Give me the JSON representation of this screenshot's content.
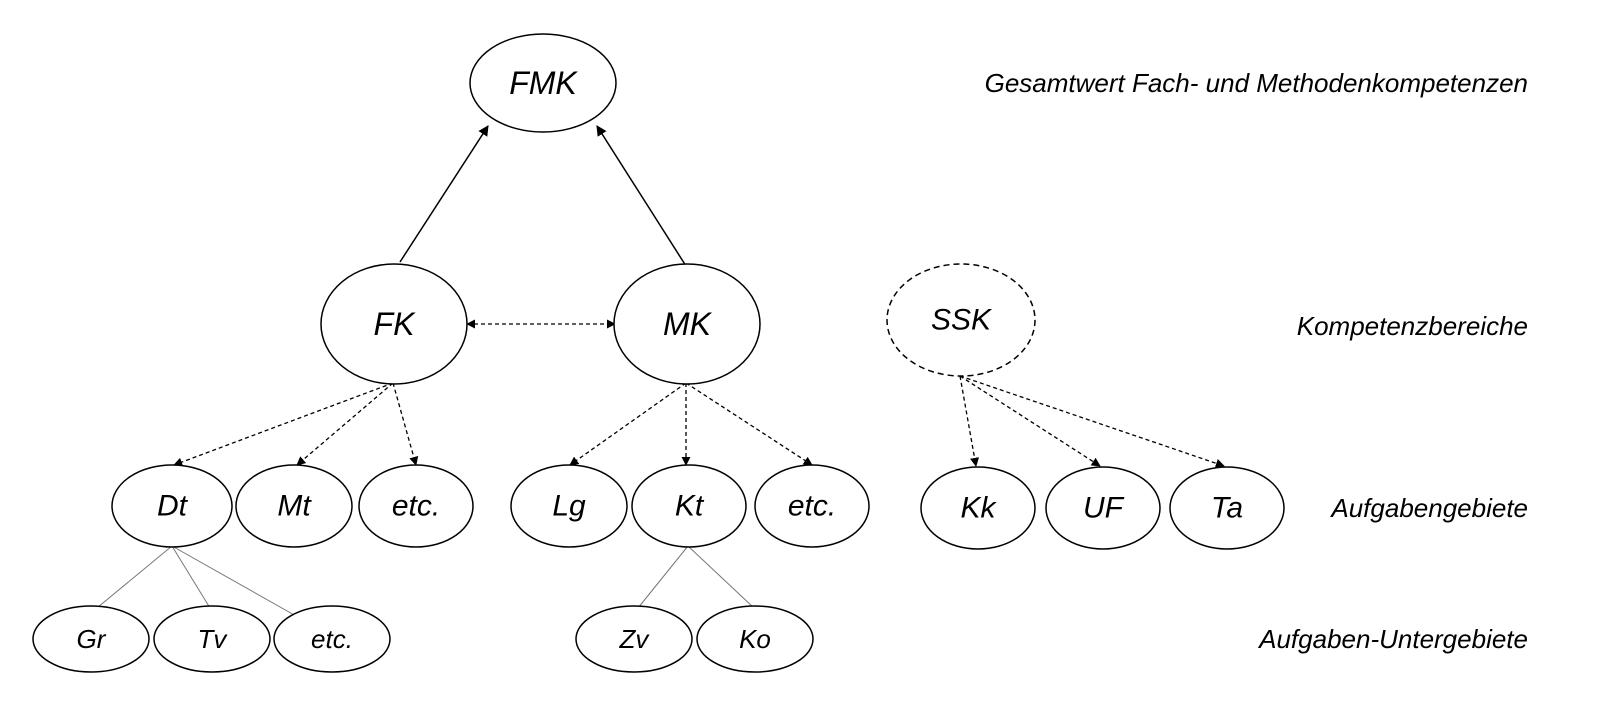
{
  "colors": {
    "stroke": "#000000",
    "thin_line": "#777777",
    "background": "#ffffff"
  },
  "nodes": {
    "fmk": "FMK",
    "fk": "FK",
    "mk": "MK",
    "ssk": "SSK",
    "dt": "Dt",
    "mt": "Mt",
    "etc_fk": "etc.",
    "lg": "Lg",
    "kt": "Kt",
    "etc_mk": "etc.",
    "kk": "Kk",
    "uf": "UF",
    "ta": "Ta",
    "gr": "Gr",
    "tv": "Tv",
    "etc_dt": "etc.",
    "zv": "Zv",
    "ko": "Ko"
  },
  "levels": {
    "top": "Gesamtwert Fach- und Methodenkompetenzen",
    "competence_areas": "Kompetenzbereiche",
    "task_areas": "Aufgabengebiete",
    "task_subareas": "Aufgaben-Untergebiete"
  },
  "edges": [
    {
      "from": "fk",
      "to": "fmk",
      "style": "solid",
      "arrow": "end"
    },
    {
      "from": "mk",
      "to": "fmk",
      "style": "solid",
      "arrow": "end"
    },
    {
      "from": "fk",
      "to": "mk",
      "style": "dotted",
      "arrow": "both"
    },
    {
      "from": "fk",
      "to": "dt",
      "style": "dotted",
      "arrow": "end"
    },
    {
      "from": "fk",
      "to": "mt",
      "style": "dotted",
      "arrow": "end"
    },
    {
      "from": "fk",
      "to": "etc_fk",
      "style": "dotted",
      "arrow": "end"
    },
    {
      "from": "mk",
      "to": "lg",
      "style": "dotted",
      "arrow": "end"
    },
    {
      "from": "mk",
      "to": "kt",
      "style": "dotted",
      "arrow": "end"
    },
    {
      "from": "mk",
      "to": "etc_mk",
      "style": "dotted",
      "arrow": "end"
    },
    {
      "from": "ssk",
      "to": "kk",
      "style": "dotted",
      "arrow": "end"
    },
    {
      "from": "ssk",
      "to": "uf",
      "style": "dotted",
      "arrow": "end"
    },
    {
      "from": "ssk",
      "to": "ta",
      "style": "dotted",
      "arrow": "end"
    },
    {
      "from": "dt",
      "to": "gr",
      "style": "thin",
      "arrow": "none"
    },
    {
      "from": "dt",
      "to": "tv",
      "style": "thin",
      "arrow": "none"
    },
    {
      "from": "dt",
      "to": "etc_dt",
      "style": "thin",
      "arrow": "none"
    },
    {
      "from": "kt",
      "to": "zv",
      "style": "thin",
      "arrow": "none"
    },
    {
      "from": "kt",
      "to": "ko",
      "style": "thin",
      "arrow": "none"
    }
  ]
}
